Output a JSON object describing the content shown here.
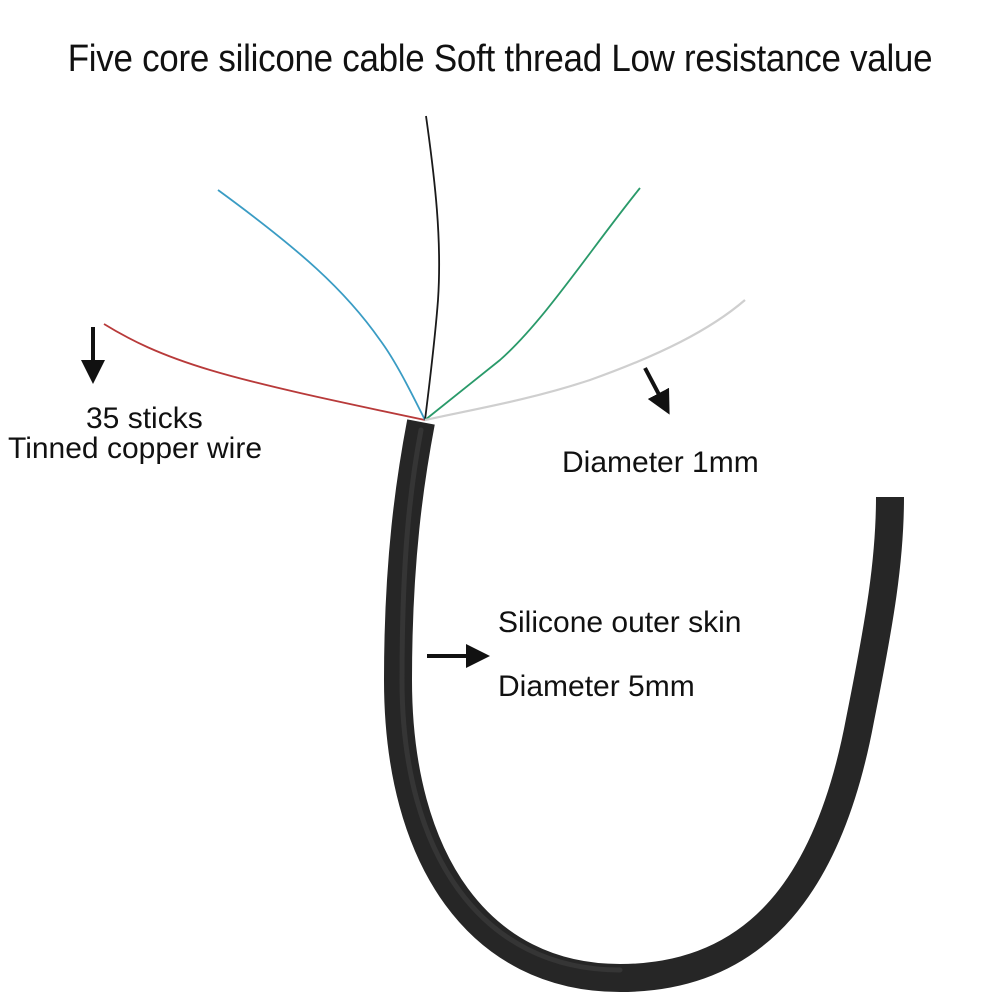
{
  "title": "Five core silicone cable Soft thread Low resistance value",
  "labels": {
    "strands_count": "35 sticks",
    "strands_material": "Tinned copper wire",
    "core_diameter": "Diameter 1mm",
    "jacket_material": "Silicone outer skin",
    "jacket_diameter": "Diameter 5mm"
  },
  "colors": {
    "jacket": "#262626",
    "core_red": "#b83a3a",
    "core_blue": "#3a9cc4",
    "core_black": "#1a1a1a",
    "core_green": "#2a9a6a",
    "core_white": "#cfcfcf"
  }
}
